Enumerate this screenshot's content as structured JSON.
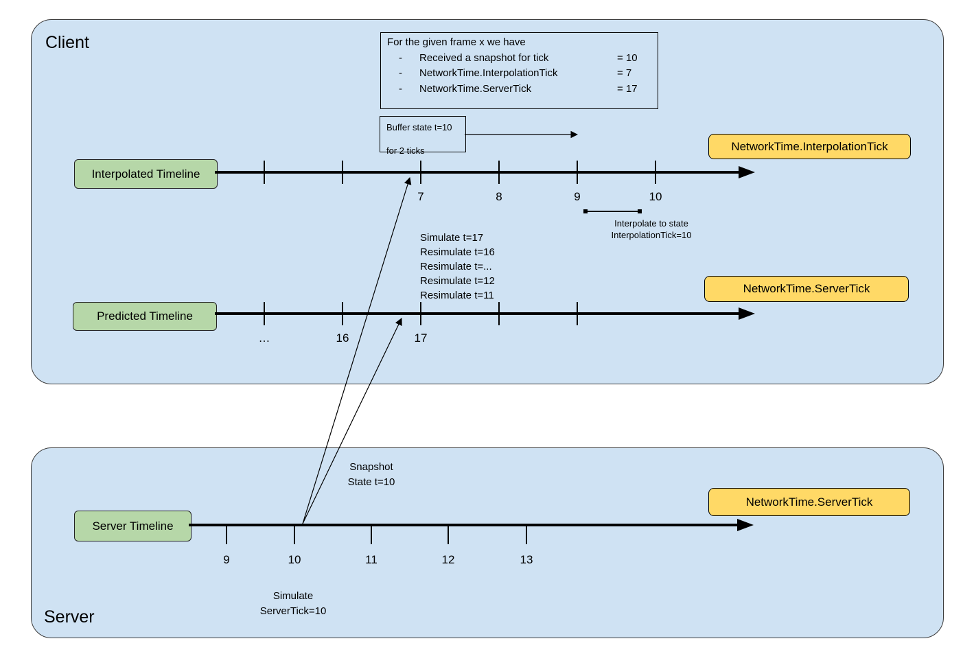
{
  "panels": {
    "client": {
      "label": "Client"
    },
    "server": {
      "label": "Server"
    }
  },
  "info_box": {
    "title": "For the given frame x we have",
    "rows": [
      {
        "bullet": "-",
        "label": "Received a snapshot for tick",
        "value": "= 10"
      },
      {
        "bullet": "-",
        "label": "NetworkTime.InterpolationTick",
        "value": "= 7"
      },
      {
        "bullet": "-",
        "label": "NetworkTime.ServerTick",
        "value": "= 17"
      }
    ]
  },
  "buffer_note": {
    "line1": "Buffer state t=10",
    "line2": "for 2 ticks"
  },
  "timelines": {
    "interpolated": {
      "label": "Interpolated Timeline",
      "tick_labels": [
        "7",
        "8",
        "9",
        "10"
      ],
      "badge": "NetworkTime.InterpolationTick"
    },
    "predicted": {
      "label": "Predicted Timeline",
      "tick_labels": [
        "…",
        "16",
        "17"
      ],
      "badge": "NetworkTime.ServerTick"
    },
    "server": {
      "label": "Server Timeline",
      "tick_labels": [
        "9",
        "10",
        "11",
        "12",
        "13"
      ],
      "badge": "NetworkTime.ServerTick"
    }
  },
  "annotations": {
    "interpolate": {
      "line1": "Interpolate to state",
      "line2": "InterpolationTick=10"
    },
    "simulate_block": [
      "Simulate t=17",
      "Resimulate t=16",
      "Resimulate t=...",
      "Resimulate t=12",
      "Resimulate t=11"
    ],
    "snapshot": {
      "line1": "Snapshot",
      "line2": "State t=10"
    },
    "server_simulate": {
      "line1": "Simulate",
      "line2": "ServerTick=10"
    }
  },
  "colors": {
    "panel_fill": "#cfe2f3",
    "green_fill": "#b6d7a8",
    "yellow_fill": "#ffd966",
    "ink": "#000000"
  }
}
